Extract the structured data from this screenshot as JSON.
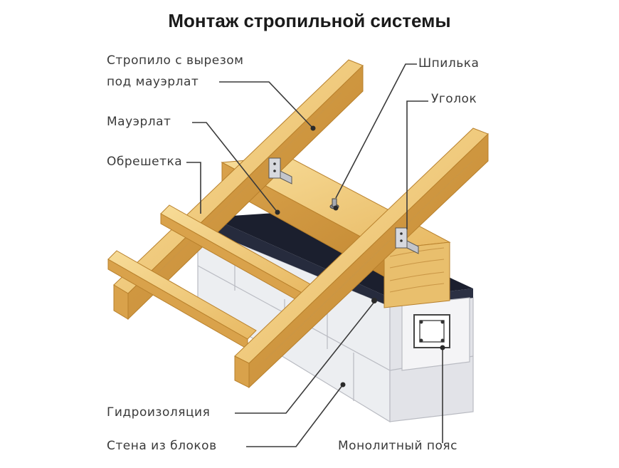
{
  "title": "Монтаж стропильной системы",
  "labels": {
    "rafter_line1": "Стропило с вырезом",
    "rafter_line2": "под мауэрлат",
    "mauerlat": "Мауэрлат",
    "lathing": "Обрешетка",
    "stud": "Шпилька",
    "angle": "Уголок",
    "waterproofing": "Гидроизоляция",
    "block_wall": "Стена из блоков",
    "monolithic_belt": "Монолитный пояс"
  },
  "colors": {
    "wood_light": "#f2cf7e",
    "wood_mid": "#e6b65c",
    "wood_dark": "#c8913a",
    "block_light": "#f1f1f3",
    "block_mid": "#dcdde2",
    "block_dark": "#c8c9cf",
    "waterproofing": "#1b1f2e",
    "leader": "#3a3a3a"
  }
}
